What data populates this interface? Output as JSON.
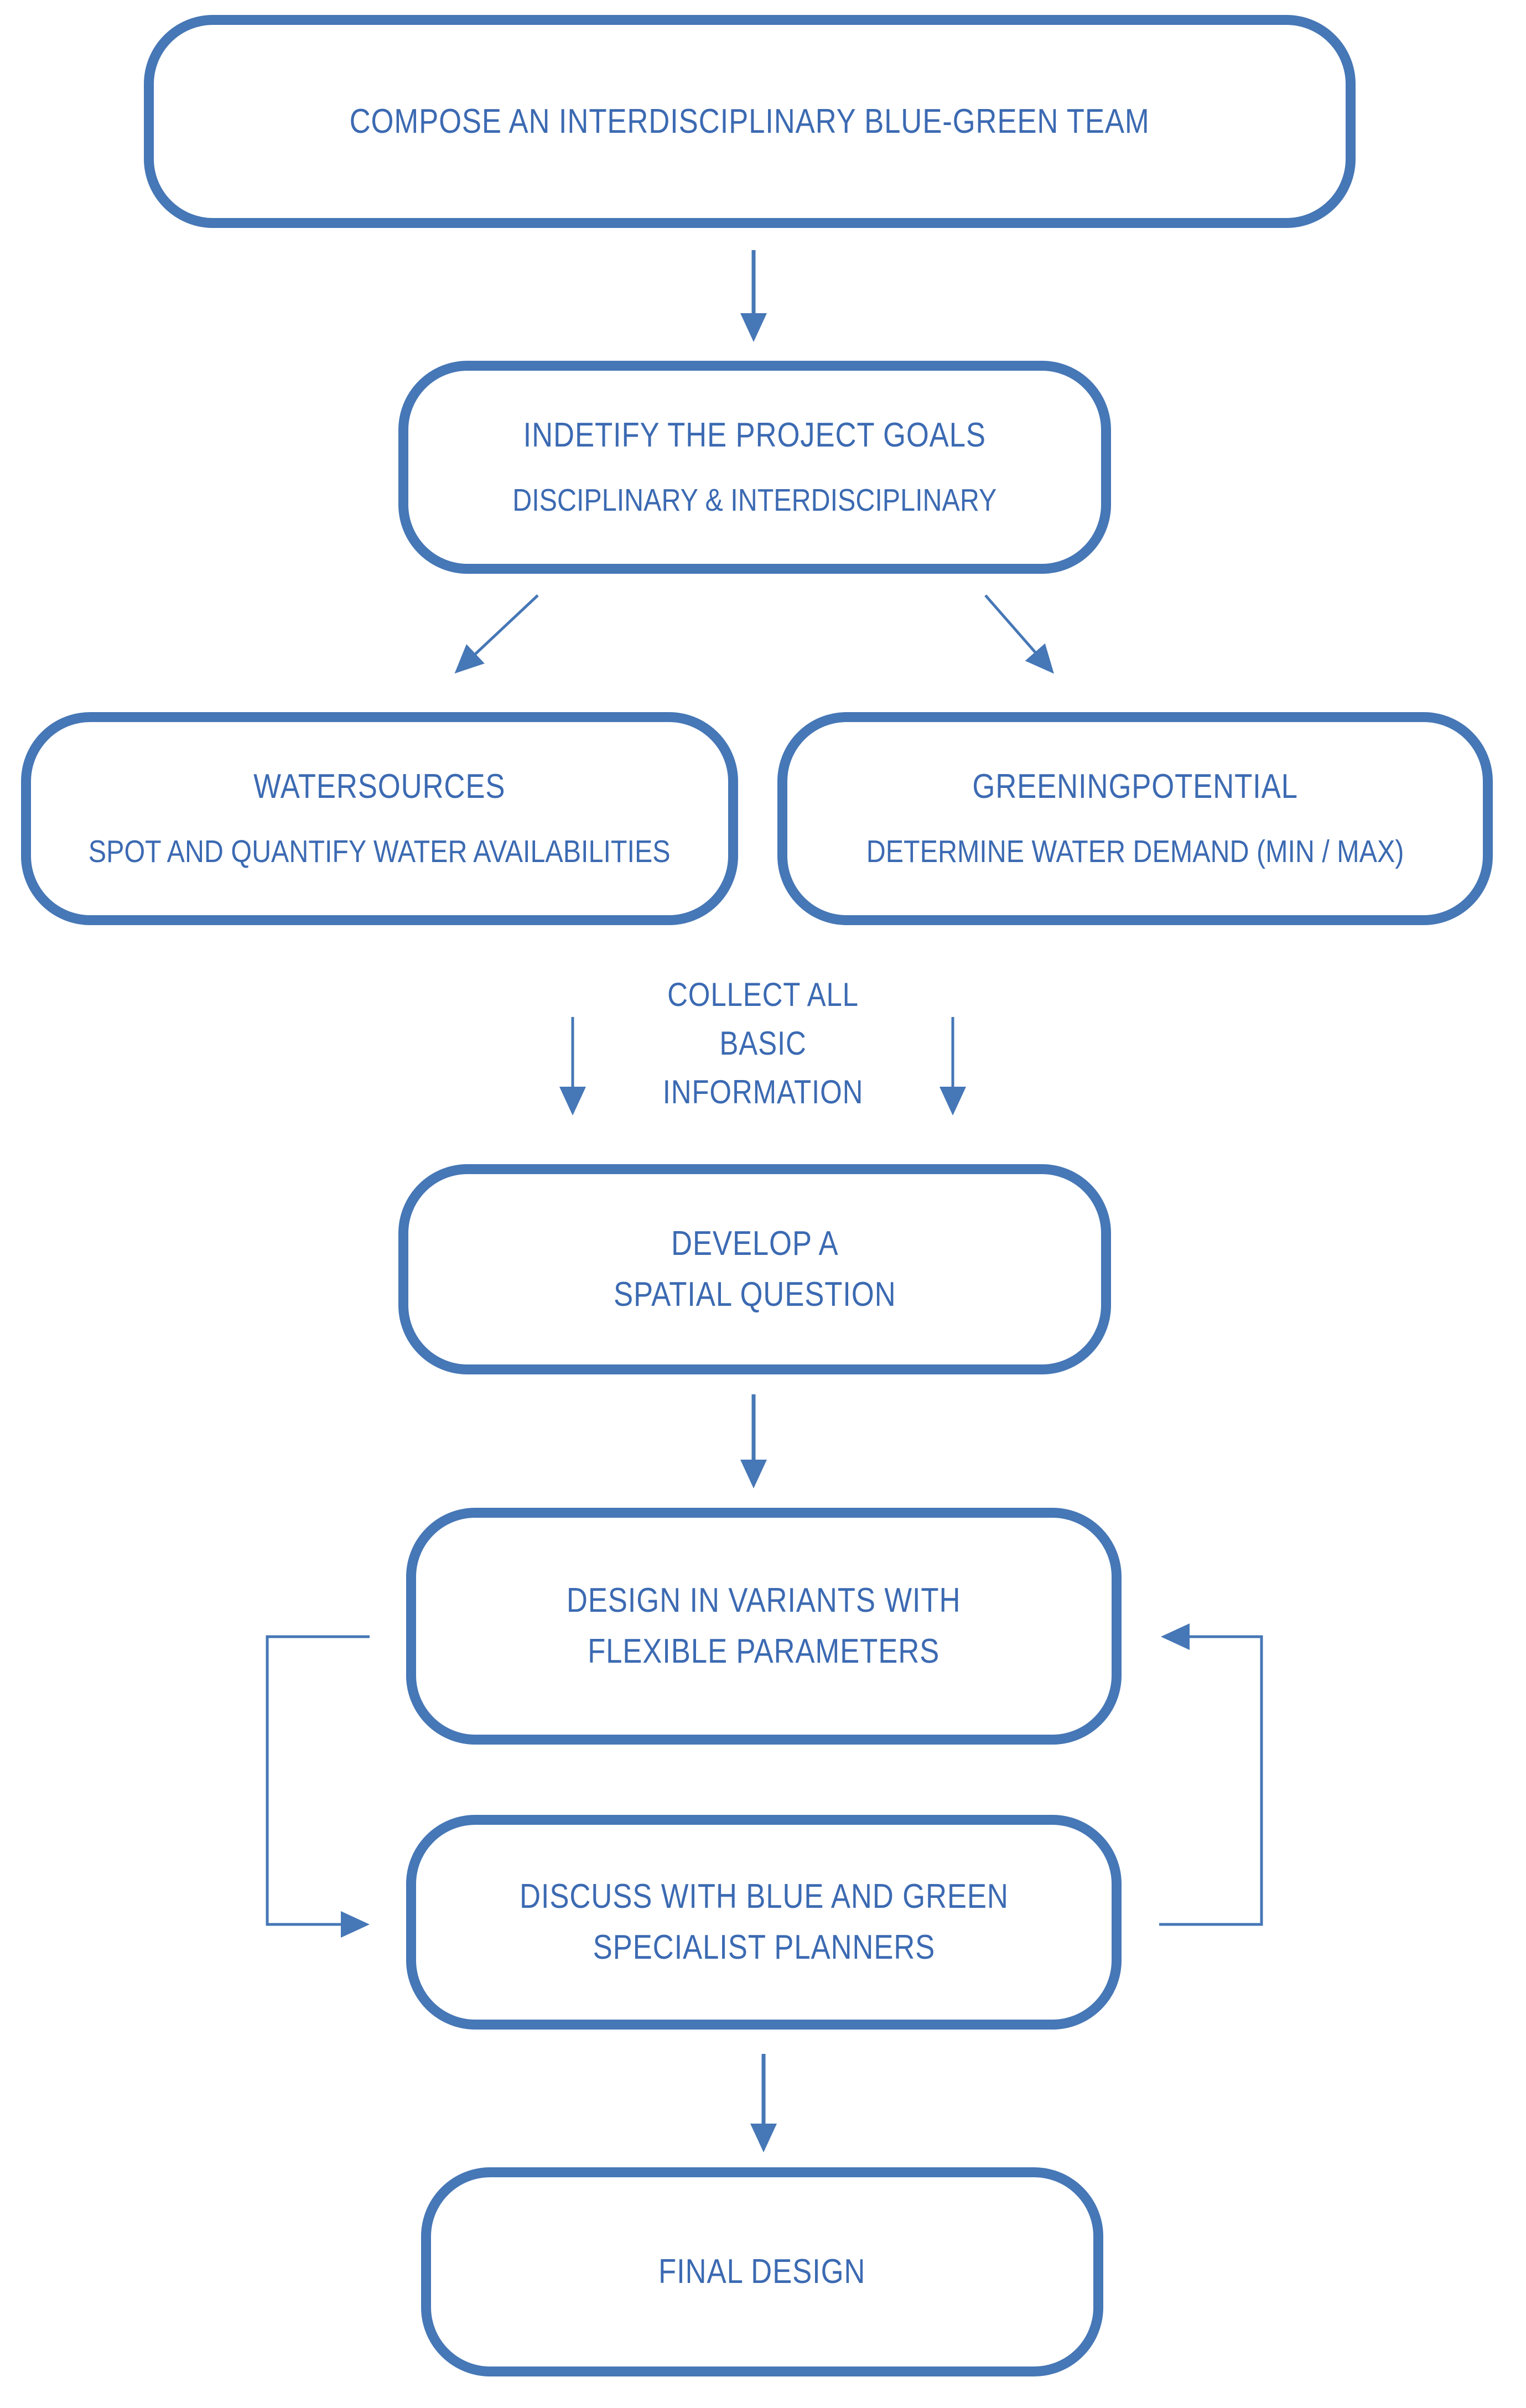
{
  "theme": {
    "accent": "#4677B6",
    "text": "#3C6AB2",
    "background": "#FFFFFF"
  },
  "diagram": {
    "type": "flowchart",
    "description": "Blue-green planning process flow diagram"
  },
  "nodes": [
    {
      "id": "compose-team",
      "line1": "COMPOSE AN INTERDISCIPLINARY BLUE-GREEN TEAM"
    },
    {
      "id": "identify-goals",
      "line1": "INDETIFY THE PROJECT GOALS",
      "line2": "DISCIPLINARY & INTERDISCIPLINARY"
    },
    {
      "id": "watersources",
      "line1": "WATERSOURCES",
      "line2": "SPOT AND QUANTIFY WATER AVAILABILITIES"
    },
    {
      "id": "greening-potential",
      "line1": "GREENINGPOTENTIAL",
      "line2": "DETERMINE WATER DEMAND (MIN / MAX)"
    },
    {
      "id": "develop-spatial-question",
      "line1": "DEVELOP A",
      "line2": "SPATIAL QUESTION"
    },
    {
      "id": "design-variants",
      "line1": "DESIGN IN VARIANTS WITH",
      "line2": "FLEXIBLE PARAMETERS"
    },
    {
      "id": "discuss-planners",
      "line1": "DISCUSS WITH BLUE AND GREEN",
      "line2": "SPECIALIST PLANNERS"
    },
    {
      "id": "final-design",
      "line1": "FINAL DESIGN"
    }
  ],
  "annotations": {
    "collect_info_lines": [
      "COLLECT ALL",
      "BASIC",
      "INFORMATION"
    ]
  },
  "edges": [
    {
      "from": "compose-team",
      "to": "identify-goals"
    },
    {
      "from": "identify-goals",
      "to": "watersources"
    },
    {
      "from": "identify-goals",
      "to": "greening-potential"
    },
    {
      "from": "watersources",
      "to": "develop-spatial-question"
    },
    {
      "from": "greening-potential",
      "to": "develop-spatial-question"
    },
    {
      "from": "develop-spatial-question",
      "to": "design-variants"
    },
    {
      "from": "design-variants",
      "to": "discuss-planners",
      "via": "left-loop"
    },
    {
      "from": "discuss-planners",
      "to": "design-variants",
      "via": "right-loop"
    },
    {
      "from": "discuss-planners",
      "to": "final-design"
    }
  ]
}
